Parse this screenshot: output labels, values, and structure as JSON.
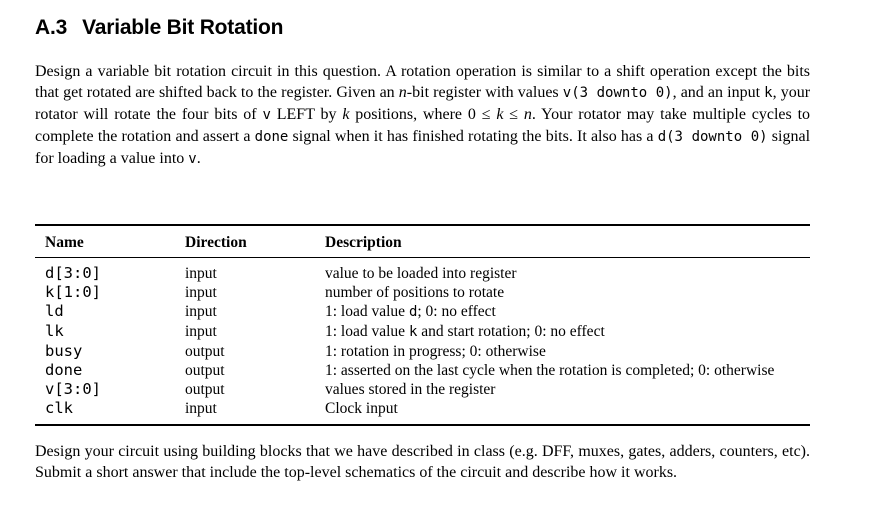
{
  "page": {
    "background": "#ffffff",
    "text_color": "#000000"
  },
  "heading": {
    "number": "A.3",
    "title": "Variable Bit Rotation"
  },
  "intro_paragraph": [
    {
      "t": "Design a variable bit rotation circuit in this question. A rotation operation is similar to a shift operation except the bits that get rotated are shifted back to the register. Given an ",
      "s": "plain"
    },
    {
      "t": "n",
      "s": "italic"
    },
    {
      "t": "-bit register with values ",
      "s": "plain"
    },
    {
      "t": "v(3 downto 0)",
      "s": "code"
    },
    {
      "t": ", and an input ",
      "s": "plain"
    },
    {
      "t": "k",
      "s": "code"
    },
    {
      "t": ", your rotator will rotate the four bits of ",
      "s": "plain"
    },
    {
      "t": "v",
      "s": "code"
    },
    {
      "t": " LEFT by ",
      "s": "plain"
    },
    {
      "t": "k",
      "s": "italic"
    },
    {
      "t": " positions, where 0 ≤ ",
      "s": "plain"
    },
    {
      "t": "k",
      "s": "italic"
    },
    {
      "t": " ≤ ",
      "s": "plain"
    },
    {
      "t": "n",
      "s": "italic"
    },
    {
      "t": ". Your rotator may take multiple cycles to complete the rotation and assert a ",
      "s": "plain"
    },
    {
      "t": "done",
      "s": "code"
    },
    {
      "t": " signal when it has finished rotating the bits. It also has a ",
      "s": "plain"
    },
    {
      "t": "d(3 downto 0)",
      "s": "code"
    },
    {
      "t": " signal for loading a value into ",
      "s": "plain"
    },
    {
      "t": "v",
      "s": "code"
    },
    {
      "t": ".",
      "s": "plain"
    }
  ],
  "signal_table": {
    "columns": [
      "Name",
      "Direction",
      "Description"
    ],
    "rows": [
      {
        "name": "d[3:0]",
        "direction": "input",
        "description": [
          {
            "t": "value to be loaded into register",
            "s": "plain"
          }
        ]
      },
      {
        "name": "k[1:0]",
        "direction": "input",
        "description": [
          {
            "t": "number of positions to rotate",
            "s": "plain"
          }
        ]
      },
      {
        "name": "ld",
        "direction": "input",
        "description": [
          {
            "t": "1: load value ",
            "s": "plain"
          },
          {
            "t": "d",
            "s": "code"
          },
          {
            "t": "; 0: no effect",
            "s": "plain"
          }
        ]
      },
      {
        "name": "lk",
        "direction": "input",
        "description": [
          {
            "t": "1: load value ",
            "s": "plain"
          },
          {
            "t": "k",
            "s": "code"
          },
          {
            "t": " and start rotation; 0: no effect",
            "s": "plain"
          }
        ]
      },
      {
        "name": "busy",
        "direction": "output",
        "description": [
          {
            "t": "1: rotation in progress; 0: otherwise",
            "s": "plain"
          }
        ]
      },
      {
        "name": "done",
        "direction": "output",
        "description": [
          {
            "t": "1: asserted on the last cycle when the rotation is completed; 0: otherwise",
            "s": "plain"
          }
        ]
      },
      {
        "name": "v[3:0]",
        "direction": "output",
        "description": [
          {
            "t": "values stored in the register",
            "s": "plain"
          }
        ]
      },
      {
        "name": "clk",
        "direction": "input",
        "description": [
          {
            "t": "Clock input",
            "s": "plain"
          }
        ]
      }
    ]
  },
  "closing_paragraph": [
    {
      "t": "Design your circuit using building blocks that we have described in class (e.g. DFF, muxes, gates, adders, counters, etc). Submit a short answer that include the top-level schematics of the circuit and describe how it works.",
      "s": "plain"
    }
  ]
}
